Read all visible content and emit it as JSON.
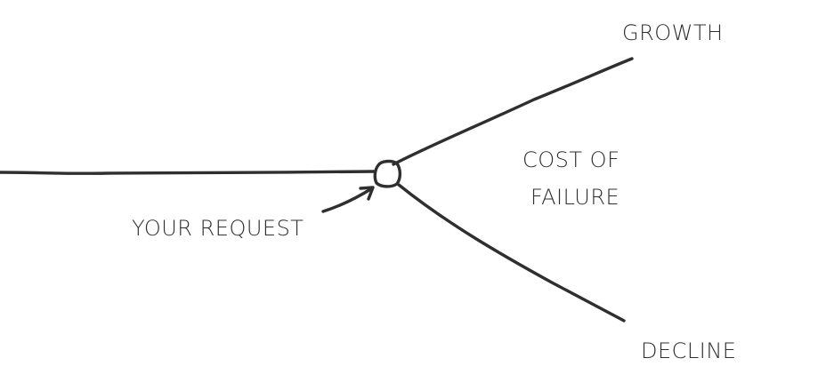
{
  "labels": {
    "growth": "GROWTH",
    "cost_of_failure_line1": "COST OF",
    "cost_of_failure_line2": "FAILURE",
    "your_request": "YOUR REQUEST",
    "decline": "DECLINE"
  }
}
